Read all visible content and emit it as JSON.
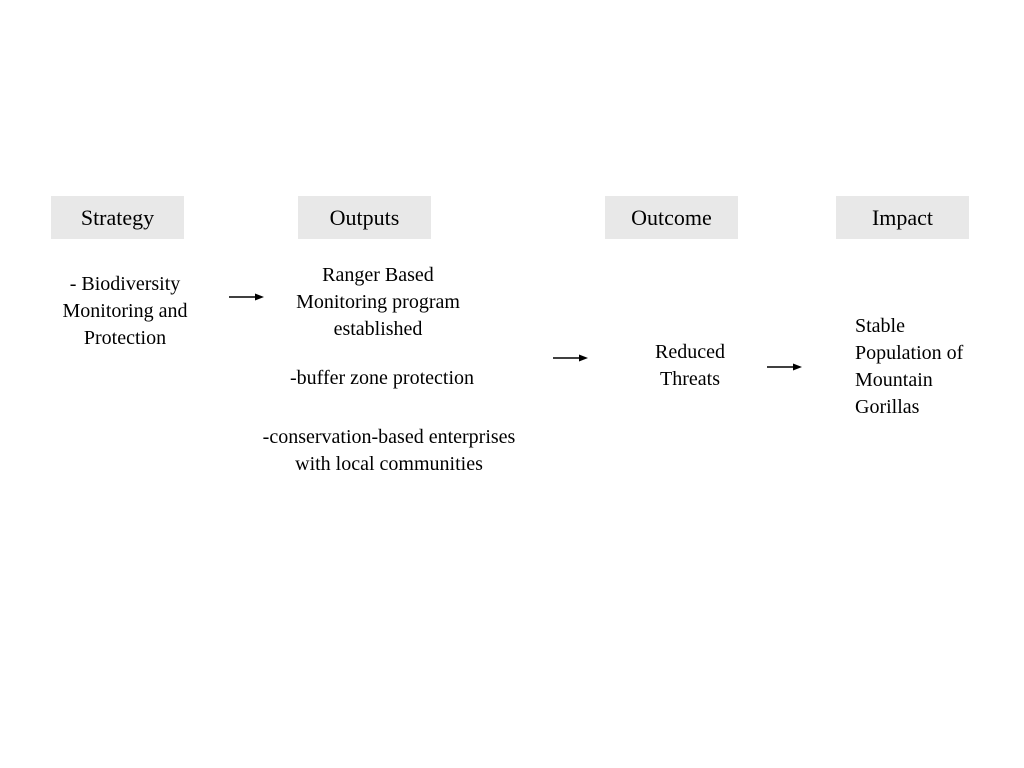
{
  "headers": {
    "strategy": "Strategy",
    "outputs": "Outputs",
    "outcome": "Outcome",
    "impact": "Impact"
  },
  "strategy": {
    "text": "- Biodiversity\nMonitoring and\nProtection"
  },
  "outputs": {
    "items": [
      "Ranger Based\nMonitoring program\nestablished",
      "-buffer zone protection",
      "-conservation-based enterprises\nwith local communities"
    ]
  },
  "outcome": {
    "text": "Reduced\n Threats"
  },
  "impact": {
    "text": "Stable\nPopulation of\nMountain\nGorillas"
  },
  "colors": {
    "header_bg": "#e8e8e8",
    "text": "#000000",
    "arrow": "#000000"
  }
}
